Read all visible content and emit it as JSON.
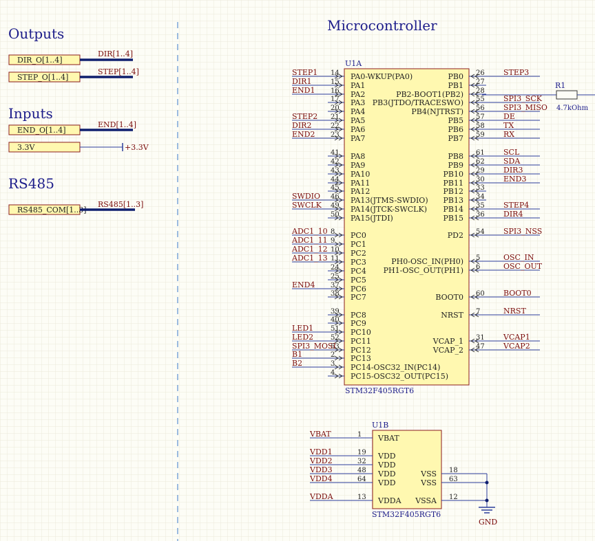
{
  "sections": {
    "outputs": "Outputs",
    "inputs": "Inputs",
    "rs485": "RS485",
    "microcontroller": "Microcontroller"
  },
  "ports": {
    "dir_o": "DIR_O[1..4]",
    "step_o": "STEP_O[1..4]",
    "end_o": "END_O[1..4]",
    "v33": "3.3V",
    "rs485_com": "RS485_COM[1..3]"
  },
  "bus_labels": {
    "dir": "DIR[1..4]",
    "step": "STEP[1..4]",
    "end": "END[1..4]",
    "rs485": "RS485[1..3]"
  },
  "power": {
    "v33": "+3.3V",
    "gnd": "GND"
  },
  "u1a": {
    "designator": "U1A",
    "part": "STM32F405RGT6",
    "left_pins": [
      {
        "num": "14",
        "name": "PA0-WKUP(PA0)",
        "net": "STEP1"
      },
      {
        "num": "15",
        "name": "PA1",
        "net": "DIR1"
      },
      {
        "num": "16",
        "name": "PA2",
        "net": "END1"
      },
      {
        "num": "17",
        "name": "PA3",
        "net": ""
      },
      {
        "num": "20",
        "name": "PA4",
        "net": ""
      },
      {
        "num": "21",
        "name": "PA5",
        "net": "STEP2"
      },
      {
        "num": "22",
        "name": "PA6",
        "net": "DIR2"
      },
      {
        "num": "23",
        "name": "PA7",
        "net": "END2"
      },
      {
        "num": "41",
        "name": "PA8",
        "net": ""
      },
      {
        "num": "42",
        "name": "PA9",
        "net": ""
      },
      {
        "num": "43",
        "name": "PA10",
        "net": ""
      },
      {
        "num": "44",
        "name": "PA11",
        "net": ""
      },
      {
        "num": "45",
        "name": "PA12",
        "net": ""
      },
      {
        "num": "46",
        "name": "PA13(JTMS-SWDIO)",
        "net": "SWDIO"
      },
      {
        "num": "49",
        "name": "PA14(JTCK-SWCLK)",
        "net": "SWCLK"
      },
      {
        "num": "50",
        "name": "PA15(JTDI)",
        "net": ""
      },
      {
        "num": "8",
        "name": "PC0",
        "net": "ADC1_10"
      },
      {
        "num": "9",
        "name": "PC1",
        "net": "ADC1_11"
      },
      {
        "num": "10",
        "name": "PC2",
        "net": "ADC1_12"
      },
      {
        "num": "11",
        "name": "PC3",
        "net": "ADC1_13"
      },
      {
        "num": "24",
        "name": "PC4",
        "net": ""
      },
      {
        "num": "25",
        "name": "PC5",
        "net": ""
      },
      {
        "num": "37",
        "name": "PC6",
        "net": "END4"
      },
      {
        "num": "38",
        "name": "PC7",
        "net": ""
      },
      {
        "num": "39",
        "name": "PC8",
        "net": ""
      },
      {
        "num": "40",
        "name": "PC9",
        "net": ""
      },
      {
        "num": "51",
        "name": "PC10",
        "net": "LED1"
      },
      {
        "num": "52",
        "name": "PC11",
        "net": "LED2"
      },
      {
        "num": "53",
        "name": "PC12",
        "net": "SPI3_MOSI"
      },
      {
        "num": "2",
        "name": "PC13",
        "net": "B1"
      },
      {
        "num": "3",
        "name": "PC14-OSC32_IN(PC14)",
        "net": "B2"
      },
      {
        "num": "4",
        "name": "PC15-OSC32_OUT(PC15)",
        "net": ""
      }
    ],
    "right_pins": [
      {
        "num": "26",
        "name": "PB0",
        "net": "STEP3"
      },
      {
        "num": "27",
        "name": "PB1",
        "net": ""
      },
      {
        "num": "28",
        "name": "PB2-BOOT1(PB2)",
        "net": ""
      },
      {
        "num": "55",
        "name": "PB3(JTDO/TRACESWO)",
        "net": "SPI3_SCK"
      },
      {
        "num": "56",
        "name": "PB4(NJTRST)",
        "net": "SPI3_MISO"
      },
      {
        "num": "57",
        "name": "PB5",
        "net": "DE"
      },
      {
        "num": "58",
        "name": "PB6",
        "net": "TX"
      },
      {
        "num": "59",
        "name": "PB7",
        "net": "RX"
      },
      {
        "num": "61",
        "name": "PB8",
        "net": "SCL"
      },
      {
        "num": "62",
        "name": "PB9",
        "net": "SDA"
      },
      {
        "num": "29",
        "name": "PB10",
        "net": "DIR3"
      },
      {
        "num": "30",
        "name": "PB11",
        "net": "END3"
      },
      {
        "num": "33",
        "name": "PB12",
        "net": ""
      },
      {
        "num": "34",
        "name": "PB13",
        "net": ""
      },
      {
        "num": "35",
        "name": "PB14",
        "net": "STEP4"
      },
      {
        "num": "36",
        "name": "PB15",
        "net": "DIR4"
      },
      {
        "num": "54",
        "name": "PD2",
        "net": "SPI3_NSS"
      },
      {
        "num": "5",
        "name": "PH0-OSC_IN(PH0)",
        "net": "OSC_IN"
      },
      {
        "num": "6",
        "name": "PH1-OSC_OUT(PH1)",
        "net": "OSC_OUT"
      },
      {
        "num": "60",
        "name": "BOOT0",
        "net": "BOOT0"
      },
      {
        "num": "7",
        "name": "NRST",
        "net": "NRST"
      },
      {
        "num": "31",
        "name": "VCAP_1",
        "net": "VCAP1"
      },
      {
        "num": "47",
        "name": "VCAP_2",
        "net": "VCAP2"
      }
    ]
  },
  "r1": {
    "designator": "R1",
    "value": "4.7kOhm"
  },
  "u1b": {
    "designator": "U1B",
    "part": "STM32F405RGT6",
    "left_pins": [
      {
        "num": "1",
        "name": "VBAT",
        "net": "VBAT"
      },
      {
        "num": "19",
        "name": "VDD",
        "net": "VDD1"
      },
      {
        "num": "32",
        "name": "VDD",
        "net": "VDD2"
      },
      {
        "num": "48",
        "name": "VDD",
        "net": "VDD3"
      },
      {
        "num": "64",
        "name": "VDD",
        "net": "VDD4"
      },
      {
        "num": "13",
        "name": "VDDA",
        "net": "VDDA"
      }
    ],
    "right_pins": [
      {
        "num": "18",
        "name": "VSS"
      },
      {
        "num": "63",
        "name": "VSS"
      },
      {
        "num": "12",
        "name": "VSSA"
      }
    ]
  },
  "colors": {
    "background": "#fdfdf6",
    "grid": "#ece9da",
    "heading": "#1c1c8a",
    "net_label": "#7a0c0c",
    "wire": "#2a3c9a",
    "bus": "#0f1f6e",
    "component_fill": "#fff8b0",
    "component_stroke": "#8a1c1c",
    "pin_text": "#222222",
    "sheet_divider": "#5a8fd0"
  }
}
